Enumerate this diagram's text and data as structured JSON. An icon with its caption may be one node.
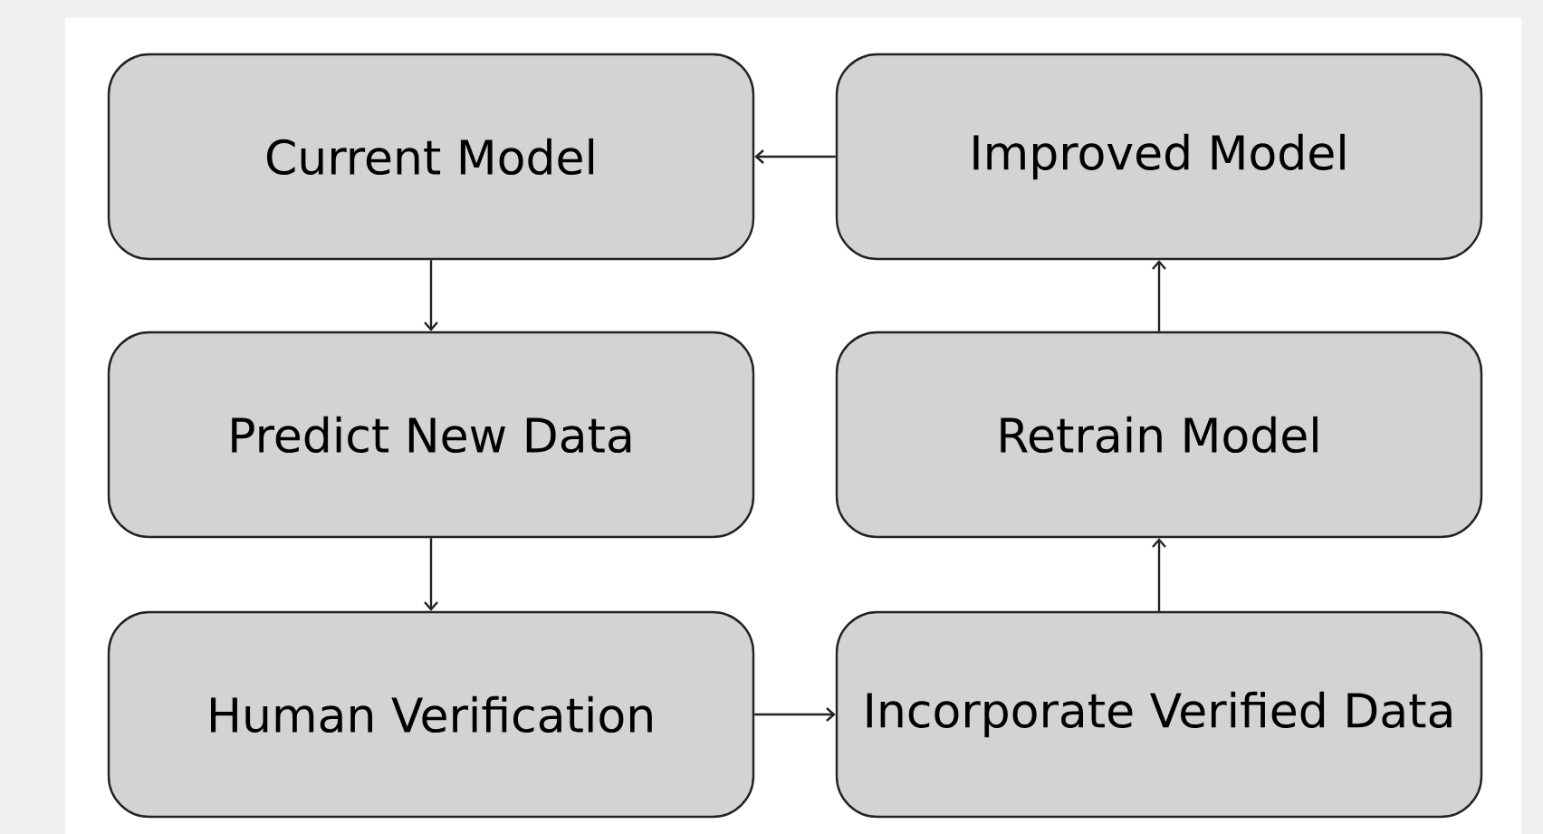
{
  "diagram": {
    "nodes": [
      {
        "text": [
          "Current Model"
        ]
      },
      {
        "text": [
          "Improved Model"
        ]
      },
      {
        "text": [
          "Predict New Data"
        ]
      },
      {
        "text": [
          "Retrain Model"
        ]
      },
      {
        "text": [
          "Human Verification"
        ]
      },
      {
        "text": [
          "Incorporate Verified Data"
        ]
      }
    ],
    "edges": [
      {
        "from": 1,
        "to": 0,
        "arrow": "to"
      },
      {
        "from": 0,
        "to": 2,
        "arrow": "to"
      },
      {
        "from": 3,
        "to": 1,
        "arrow": "to"
      },
      {
        "from": 2,
        "to": 4,
        "arrow": "to"
      },
      {
        "from": 5,
        "to": 3,
        "arrow": "to"
      },
      {
        "from": 4,
        "to": 5,
        "arrow": "to"
      }
    ]
  }
}
